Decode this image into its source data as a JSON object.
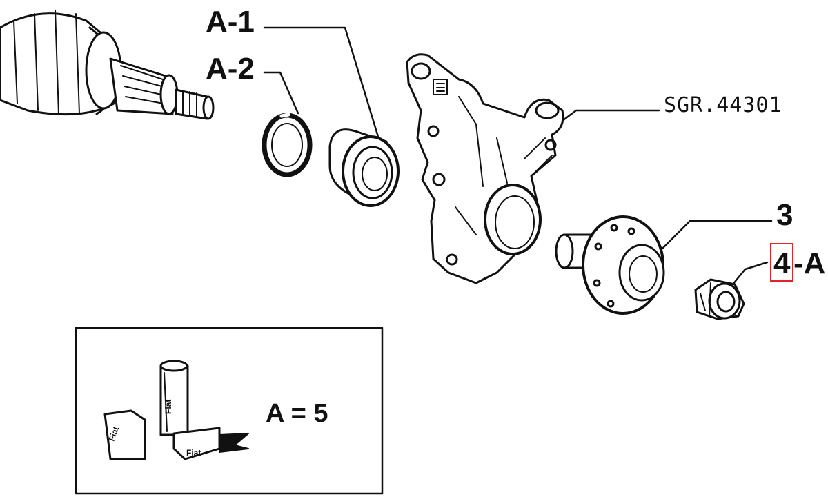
{
  "labels": {
    "a1": "A-1",
    "a2": "A-2",
    "sgr": "SGR.44301",
    "hub": "3",
    "nut_num": "4",
    "nut_suffix": "-A",
    "tool_eq": "A = 5"
  },
  "tool_box": {
    "stamp_text": "Fiat"
  },
  "colors": {
    "line": "#111111",
    "highlight": "#e0242a",
    "background": "#ffffff"
  }
}
